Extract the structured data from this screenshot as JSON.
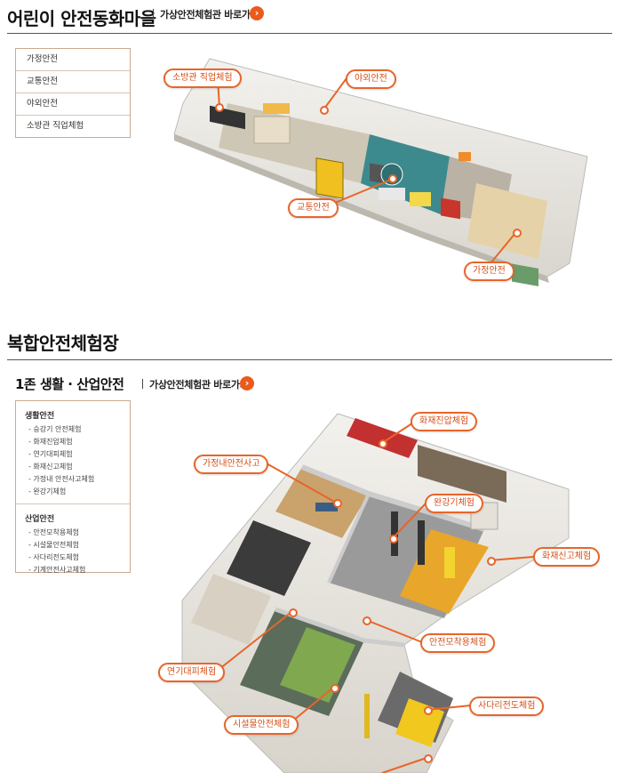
{
  "section1": {
    "title": "어린이 안전동화마을",
    "link_label": "가상안전체험관 바로가기",
    "nav": [
      "가정안전",
      "교통안전",
      "야외안전",
      "소방관 직업체험"
    ],
    "callouts": [
      "소방관 직업체험",
      "야외안전",
      "교통안전",
      "가정안전"
    ]
  },
  "section2": {
    "title": "복합안전체험장",
    "zone_title": "1존 생활 · 산업안전",
    "link_label": "가상안전체험관 바로가기",
    "nav_groups": [
      {
        "label": "생활안전",
        "items": [
          "- 승강기 안전체험",
          "- 화재진압체험",
          "- 연기대피체험",
          "- 화재신고체험",
          "- 가정내 안전사고체험",
          "- 완강기체험"
        ]
      },
      {
        "label": "산업안전",
        "items": [
          "- 안전모착용체험",
          "- 시설물안전체험",
          "- 사다리전도체험",
          "- 기계안전사고체험"
        ]
      }
    ],
    "callouts": [
      "화재진압체험",
      "가정내안전사고",
      "완강기체험",
      "화재신고체험",
      "안전모착용체험",
      "연기대피체험",
      "사다리전도체험",
      "시설물안전체험"
    ]
  },
  "colors": {
    "accent": "#ea5b1b",
    "callout_border": "#e8652a",
    "nav_border": "#c9a98f"
  }
}
